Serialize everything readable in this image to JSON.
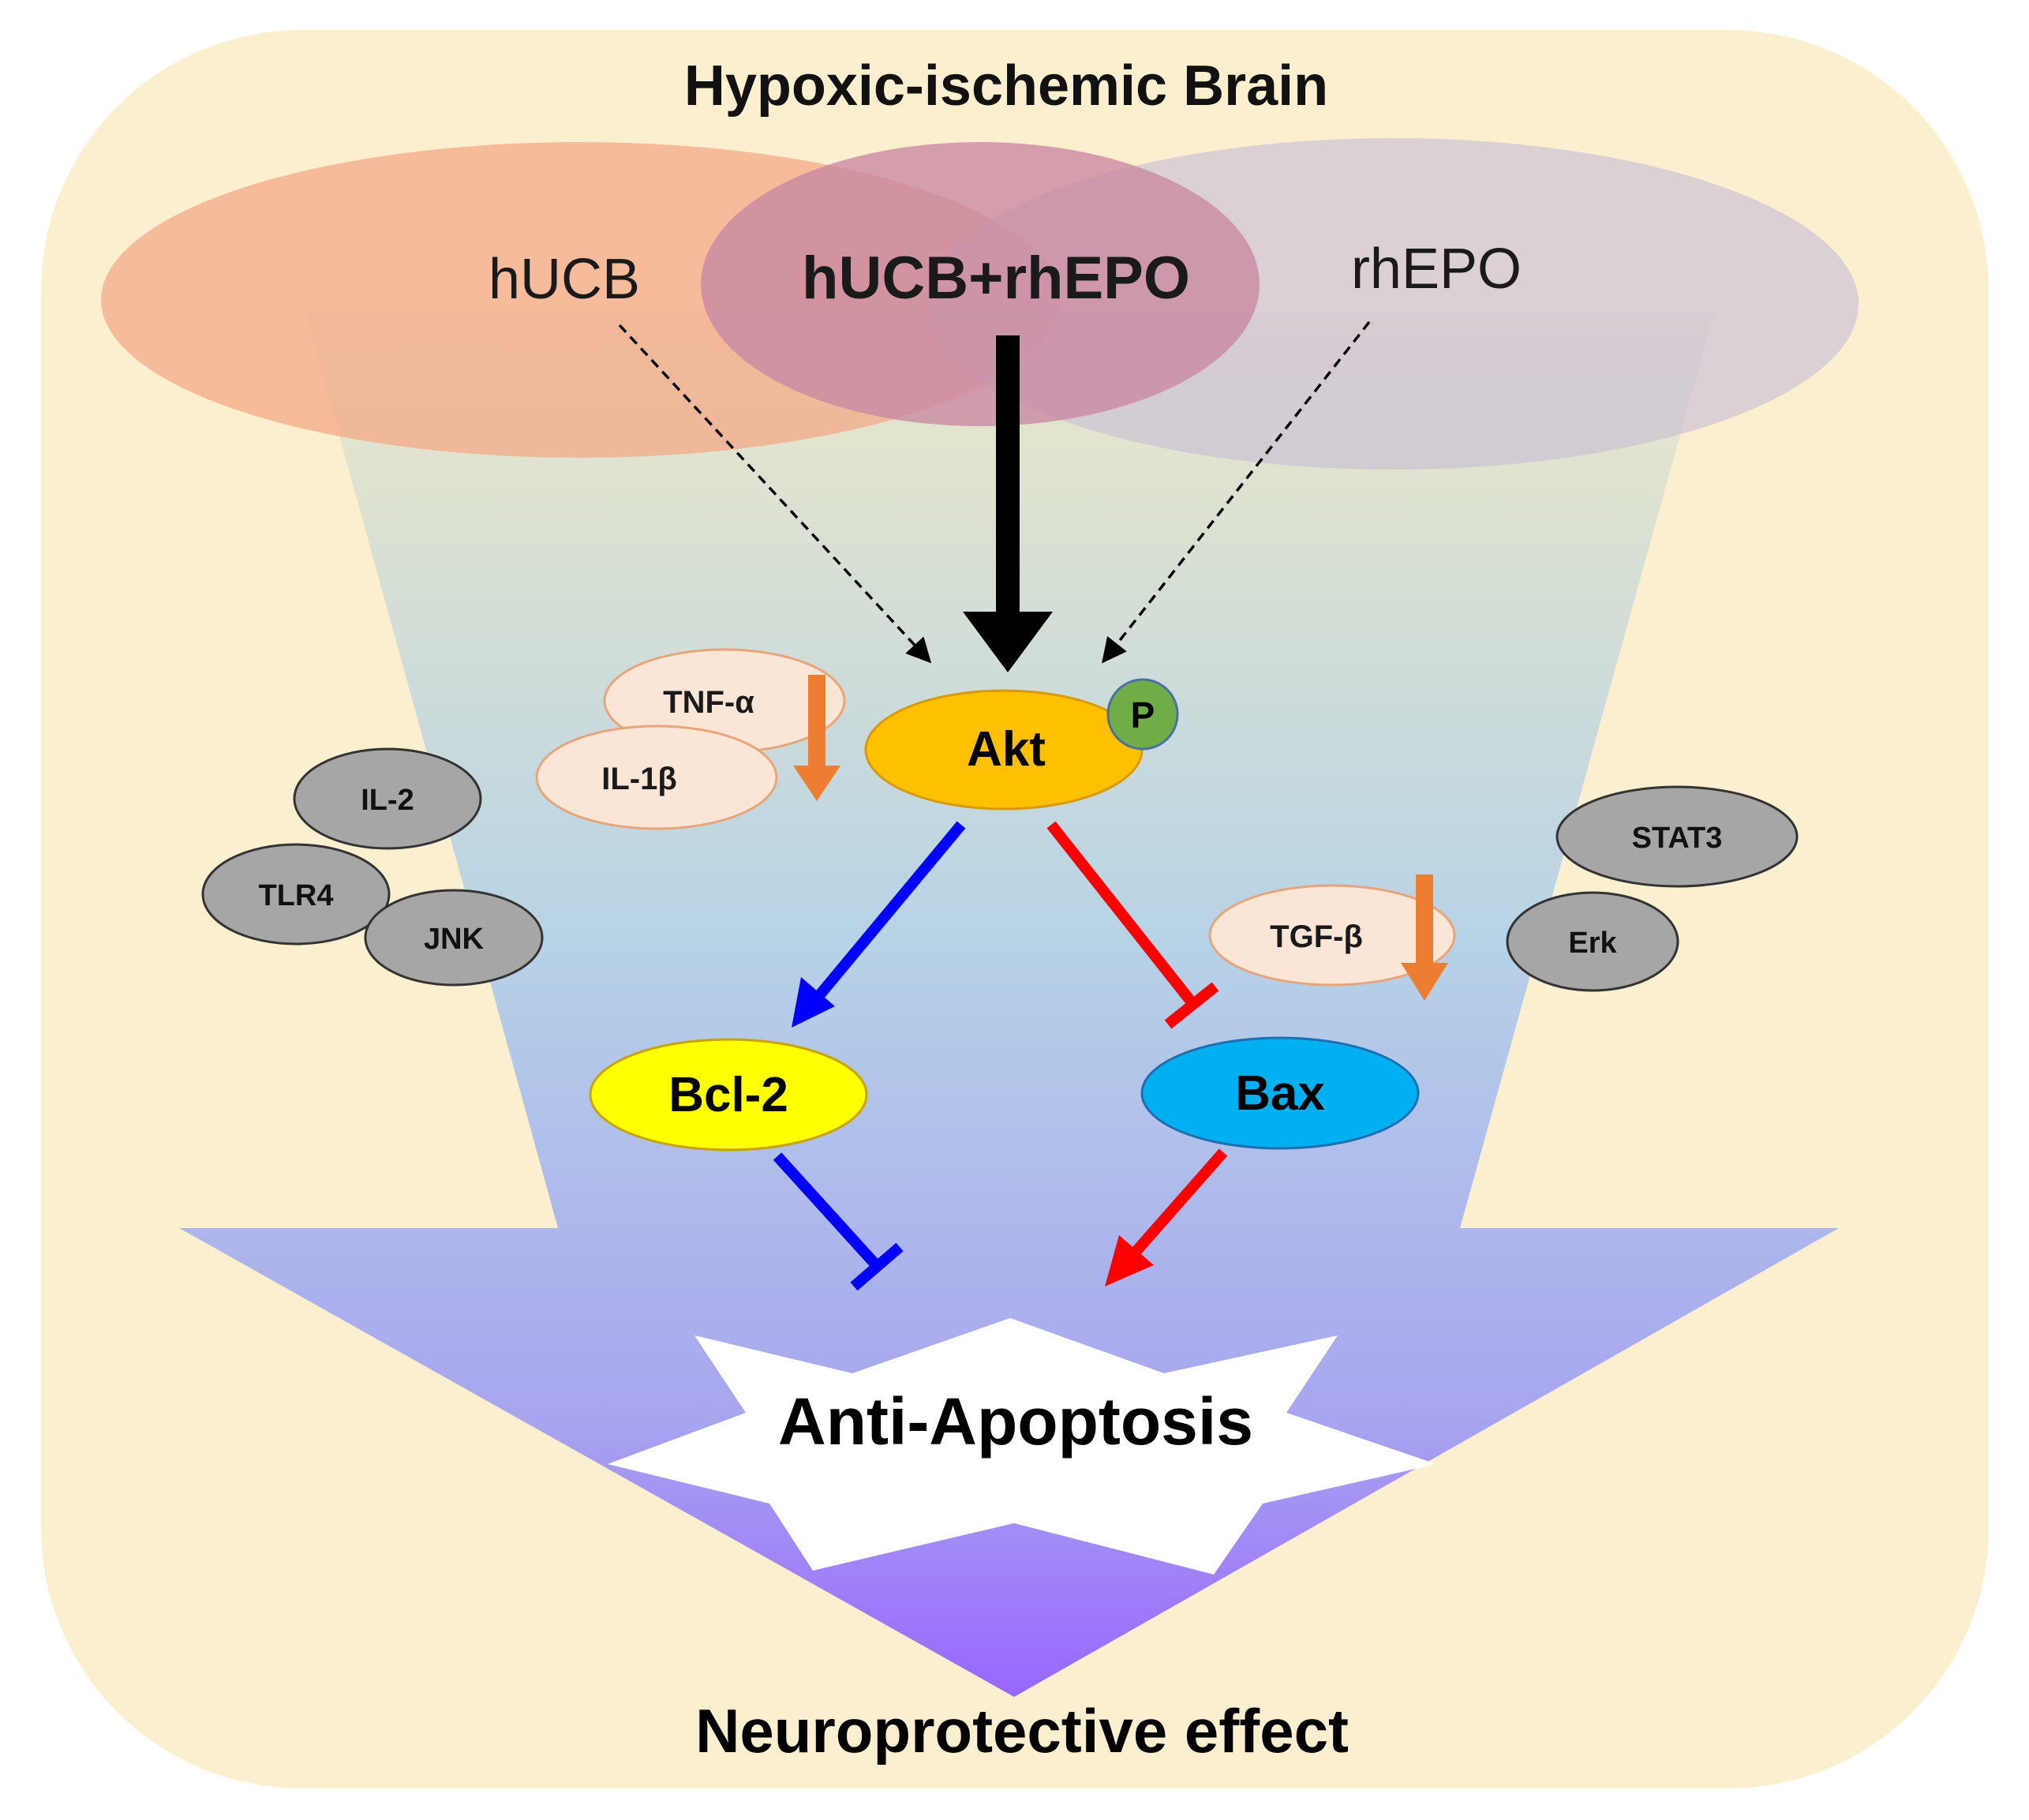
{
  "title": "Hypoxic-ischemic Brain",
  "bottom_label": "Neuroprotective effect",
  "center_label": "Anti-Apoptosis",
  "sources": {
    "left": "hUCB",
    "center": "hUCB+rhEPO",
    "right": "rhEPO"
  },
  "nodes": {
    "akt": "Akt",
    "phospho": "P",
    "bcl2": "Bcl-2",
    "bax": "Bax"
  },
  "cytokines_down": {
    "tnf": "TNF-α",
    "il1b": "IL-1β",
    "tgfb": "TGF-β"
  },
  "gray_markers": {
    "il2": "IL-2",
    "tlr4": "TLR4",
    "jnk": "JNK",
    "stat3": "STAT3",
    "erk": "Erk"
  },
  "colors": {
    "background_panel": "#fcefcf",
    "hucb_ellipse": "#f3a98a",
    "rhepo_ellipse": "#c9bfd6",
    "combo_ellipse": "#c98aa3",
    "akt": "#ffc000",
    "phospho": "#70ad47",
    "bcl2": "#ffff00",
    "bax": "#00b0f0",
    "activation_arrow": "#0000ff",
    "inhibition_arrow": "#ff0000",
    "decrease_arrow": "#ed7d31",
    "cytokine_fill": "#fbe5d6",
    "gray_marker": "#a6a6a6",
    "funnel_top": "#dfe4c8",
    "funnel_bottom": "#9966ff"
  }
}
